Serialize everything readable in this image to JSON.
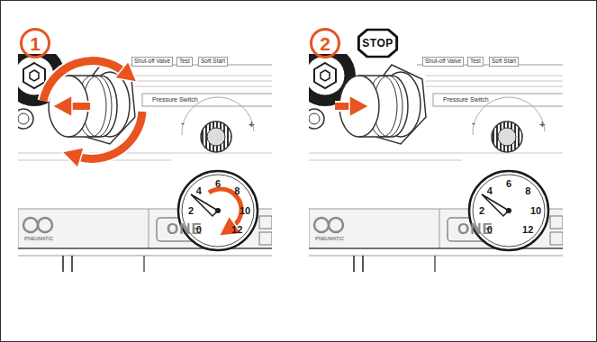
{
  "diagram": {
    "nodes": [
      {
        "text": [
          "1"
        ]
      },
      {
        "text": [
          "2"
        ]
      },
      {
        "text": [
          "STOP"
        ]
      }
    ],
    "labels": [
      "Shut-off Valve",
      "Test",
      "Soft Start",
      "Pressure Switch",
      "PNEUMATIC",
      "ONE",
      "-",
      "+",
      "0",
      "2",
      "4",
      "6",
      "8",
      "10",
      "12",
      "Shut-off Valve",
      "Test",
      "Soft Start",
      "Pressure Switch",
      "PNEUMATIC",
      "ONE",
      "-",
      "+",
      "0",
      "2",
      "4",
      "6",
      "8",
      "10",
      "12"
    ]
  }
}
